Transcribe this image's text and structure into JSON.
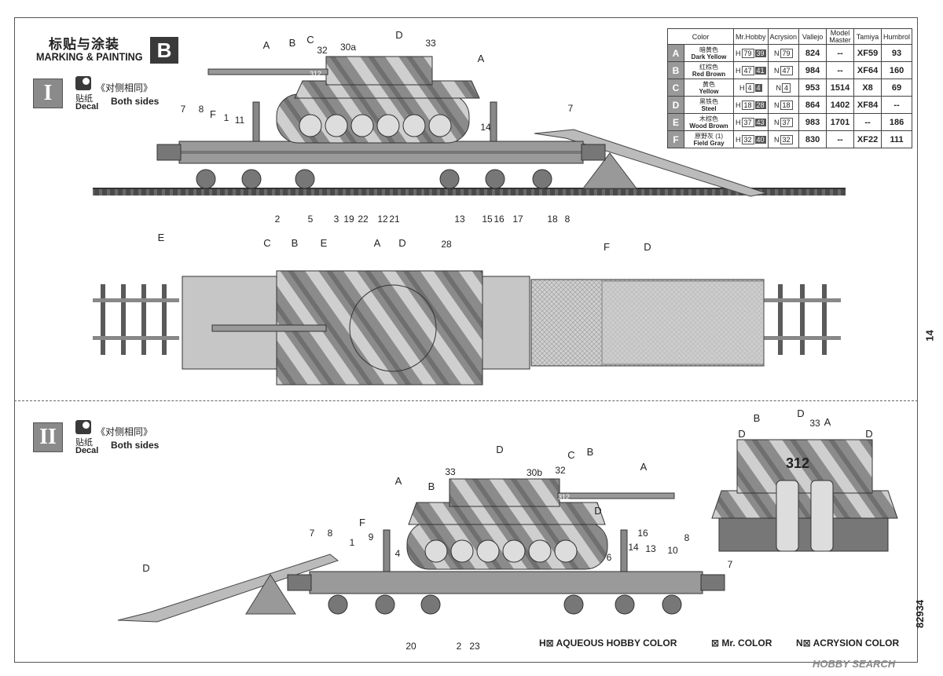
{
  "header": {
    "title_cn": "标贴与涂装",
    "title_en": "MARKING & PAINTING",
    "badge": "B"
  },
  "sections": [
    {
      "roman": "I",
      "decal_cn": "贴纸",
      "decal_en": "Decal",
      "both_cn": "《对侧相同》",
      "both_en": "Both sides"
    },
    {
      "roman": "II",
      "decal_cn": "贴纸",
      "decal_en": "Decal",
      "both_cn": "《对侧相同》",
      "both_en": "Both sides"
    }
  ],
  "color_table": {
    "headers": [
      "Color",
      "Mr.Hobby",
      "Acrysion",
      "Vallejo",
      "Model Master",
      "Tamiya",
      "Humbrol"
    ],
    "rows": [
      {
        "letter": "A",
        "cn": "暗黄色",
        "en": "Dark Yellow",
        "h": [
          "H",
          "79",
          "39"
        ],
        "n": [
          "N",
          "79"
        ],
        "vallejo": "824",
        "mm": "--",
        "tamiya": "XF59",
        "humbrol": "93"
      },
      {
        "letter": "B",
        "cn": "红棕色",
        "en": "Red Brown",
        "h": [
          "H",
          "47",
          "41"
        ],
        "n": [
          "N",
          "47"
        ],
        "vallejo": "984",
        "mm": "--",
        "tamiya": "XF64",
        "humbrol": "160"
      },
      {
        "letter": "C",
        "cn": "黄色",
        "en": "Yellow",
        "h": [
          "H",
          "4",
          "4"
        ],
        "n": [
          "N",
          "4"
        ],
        "vallejo": "953",
        "mm": "1514",
        "tamiya": "X8",
        "humbrol": "69"
      },
      {
        "letter": "D",
        "cn": "黑铁色",
        "en": "Steel",
        "h": [
          "H",
          "18",
          "28"
        ],
        "n": [
          "N",
          "18"
        ],
        "vallejo": "864",
        "mm": "1402",
        "tamiya": "XF84",
        "humbrol": "--"
      },
      {
        "letter": "E",
        "cn": "木棕色",
        "en": "Wood Brown",
        "h": [
          "H",
          "37",
          "43"
        ],
        "n": [
          "N",
          "37"
        ],
        "vallejo": "983",
        "mm": "1701",
        "tamiya": "--",
        "humbrol": "186"
      },
      {
        "letter": "F",
        "cn": "原野灰 (1)",
        "en": "Field Gray",
        "h": [
          "H",
          "32",
          "40"
        ],
        "n": [
          "N",
          "32"
        ],
        "vallejo": "830",
        "mm": "--",
        "tamiya": "XF22",
        "humbrol": "111"
      }
    ]
  },
  "callouts_side1_top": [
    "A",
    "B",
    "C",
    "32",
    "30a",
    "D",
    "33",
    "A"
  ],
  "callouts_side1_left": [
    "7",
    "8",
    "F",
    "1",
    "11",
    "14",
    "7"
  ],
  "callouts_side1_bottom": [
    "2",
    "5",
    "3",
    "19",
    "22",
    "12",
    "21",
    "13",
    "15",
    "16",
    "17",
    "18",
    "8"
  ],
  "callouts_top": [
    "E",
    "C",
    "B",
    "E",
    "A",
    "D",
    "28",
    "F",
    "D"
  ],
  "callouts_side2_top": [
    "D",
    "33",
    "30b",
    "32",
    "C",
    "B",
    "A",
    "A",
    "B",
    "D"
  ],
  "callouts_side2_mid": [
    "7",
    "8",
    "F",
    "9",
    "1",
    "4",
    "6",
    "14",
    "16",
    "13",
    "10",
    "8",
    "7",
    "D"
  ],
  "callouts_side2_bottom": [
    "20",
    "2",
    "23"
  ],
  "callouts_rear": [
    "B",
    "D",
    "D",
    "33",
    "A",
    "D"
  ],
  "turret_number": "312",
  "legend": {
    "h": "H⊠ AQUEOUS HOBBY COLOR",
    "mr": "⊠ Mr. COLOR",
    "n": "N⊠ ACRYSION COLOR"
  },
  "page_number": "14",
  "product_number": "82934",
  "watermark": "HOBBY SEARCH"
}
